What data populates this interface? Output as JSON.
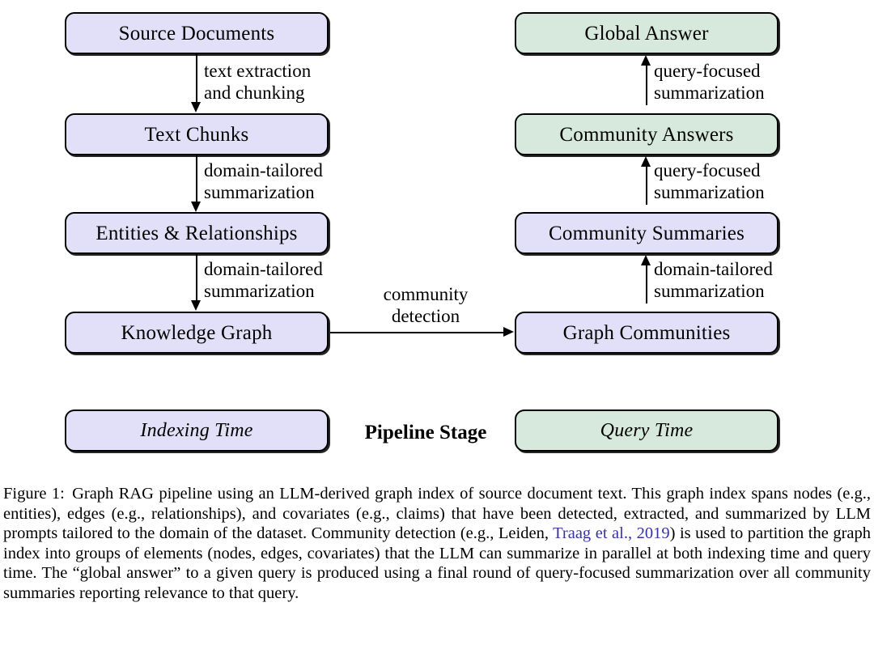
{
  "figure": {
    "label": "Figure 1:",
    "caption_part_1": "Graph RAG pipeline using an LLM-derived graph index of source document text. This graph index spans nodes (e.g., entities), edges (e.g., relationships), and covariates (e.g., claims) that have been detected, extracted, and summarized by LLM prompts tailored to the domain of the dataset. Community detection (e.g., Leiden, ",
    "citation": "Traag et al., 2019",
    "caption_part_2": ") is used to partition the graph index into groups of elements (nodes, edges, covariates) that the LLM can summarize in parallel at both indexing time and query time. The “global answer” to a given query is produced using a final round of query-focused summarization over all community summaries reporting relevance to that query."
  },
  "colors": {
    "indexing_fill": "#e2e0f8",
    "query_fill": "#d7e9dc",
    "stroke": "#000000",
    "citation_link": "#3832a6"
  },
  "diagram": {
    "left_column": {
      "stage": "indexing",
      "nodes": [
        {
          "label": "Source Documents"
        },
        {
          "label": "Text Chunks"
        },
        {
          "label": "Entities & Relationships"
        },
        {
          "label": "Knowledge Graph"
        }
      ],
      "edges": [
        {
          "line_1": "text extraction",
          "line_2": "and chunking"
        },
        {
          "line_1": "domain-tailored",
          "line_2": "summarization"
        },
        {
          "line_1": "domain-tailored",
          "line_2": "summarization"
        }
      ]
    },
    "right_column": {
      "nodes": [
        {
          "label": "Global Answer",
          "stage": "query"
        },
        {
          "label": "Community Answers",
          "stage": "query"
        },
        {
          "label": "Community Summaries",
          "stage": "indexing"
        },
        {
          "label": "Graph Communities",
          "stage": "indexing"
        }
      ],
      "edges": [
        {
          "line_1": "query-focused",
          "line_2": "summarization"
        },
        {
          "line_1": "query-focused",
          "line_2": "summarization"
        },
        {
          "line_1": "domain-tailored",
          "line_2": "summarization"
        }
      ]
    },
    "bridge_edge": {
      "line_1": "community",
      "line_2": "detection"
    },
    "legend": {
      "indexing_label": "Indexing Time",
      "title": "Pipeline Stage",
      "query_label": "Query Time"
    }
  }
}
